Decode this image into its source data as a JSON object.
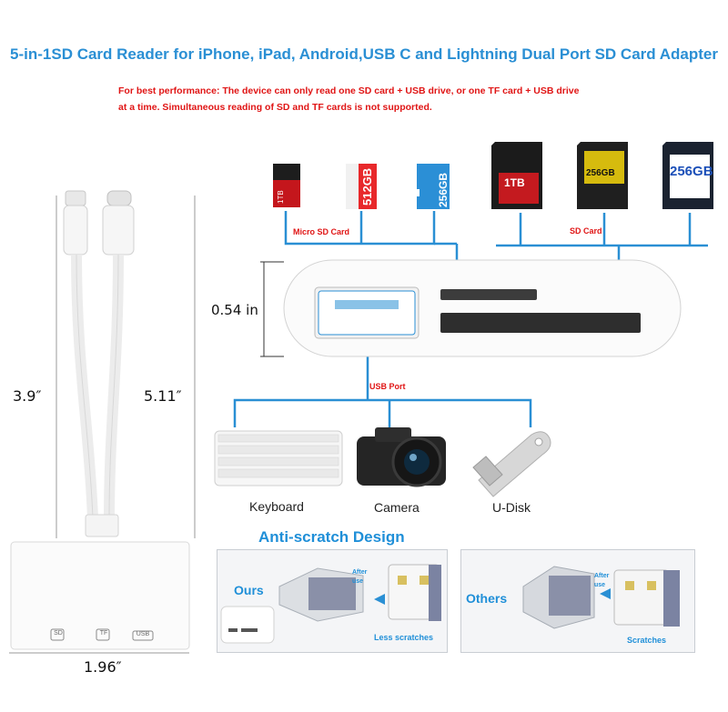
{
  "title": "5-in-1SD Card Reader for iPhone, iPad, Android,USB C and Lightning Dual Port SD Card Adapter",
  "notice": {
    "line1": "For best performance: The device can only read one SD card + USB drive, or one TF card + USB drive",
    "line2": "at a time. Simultaneous reading of SD and TF cards is not supported."
  },
  "labels": {
    "micro_sd": "Micro SD Card",
    "sd_card": "SD Card",
    "usb_port": "USB Port"
  },
  "cards": {
    "micro1": "1TB",
    "micro2": "512GB",
    "micro3": "256GB",
    "sd1": "1TB",
    "sd2": "256GB",
    "sd3": "256GB"
  },
  "dimensions": {
    "height_in": "0.54 in",
    "left_len": "3.9″",
    "right_len": "5.11″",
    "width": "1.96″"
  },
  "ports": {
    "sd": "SD",
    "tf": "TF",
    "usb": "USB"
  },
  "devices": {
    "keyboard": "Keyboard",
    "camera": "Camera",
    "udisk": "U-Disk"
  },
  "anti_scratch": {
    "heading": "Anti-scratch Design",
    "ours": "Ours",
    "others": "Others",
    "after_use": "After use",
    "less_scratches": "Less  scratches",
    "scratches": "Scratches"
  },
  "colors": {
    "title_blue": "#2a8fd4",
    "warning_red": "#e01515",
    "line_blue": "#2a8fd4"
  }
}
